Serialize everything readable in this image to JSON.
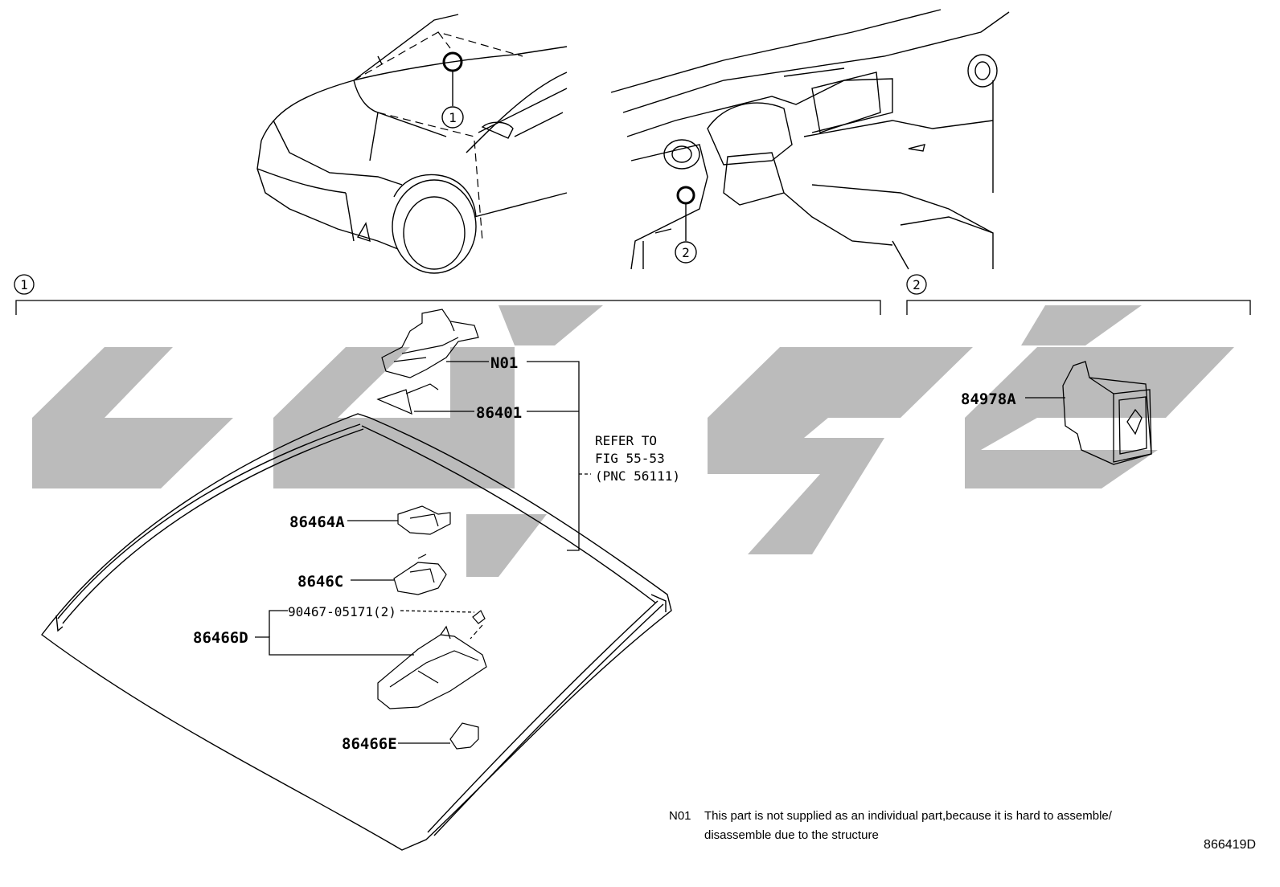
{
  "watermark": {
    "text": "c4gc",
    "color": "#b9b9b9"
  },
  "callouts": {
    "c1": "1",
    "c2": "2"
  },
  "parts": {
    "n01": "N01",
    "p86401": "86401",
    "p86464a": "86464A",
    "p8646c": "8646C",
    "p86466d": "86466D",
    "p90467": "90467-05171(2)",
    "p86466e": "86466E",
    "p84978a": "84978A"
  },
  "refer": {
    "line1": "REFER TO",
    "line2": "FIG 55-53",
    "line3": "(PNC 56111)"
  },
  "footnote": {
    "code": "N01",
    "text_line1": "This part is not supplied as an individual part,because it is hard to assemble/",
    "text_line2": "disassemble due to the structure"
  },
  "figure_id": "866419D"
}
